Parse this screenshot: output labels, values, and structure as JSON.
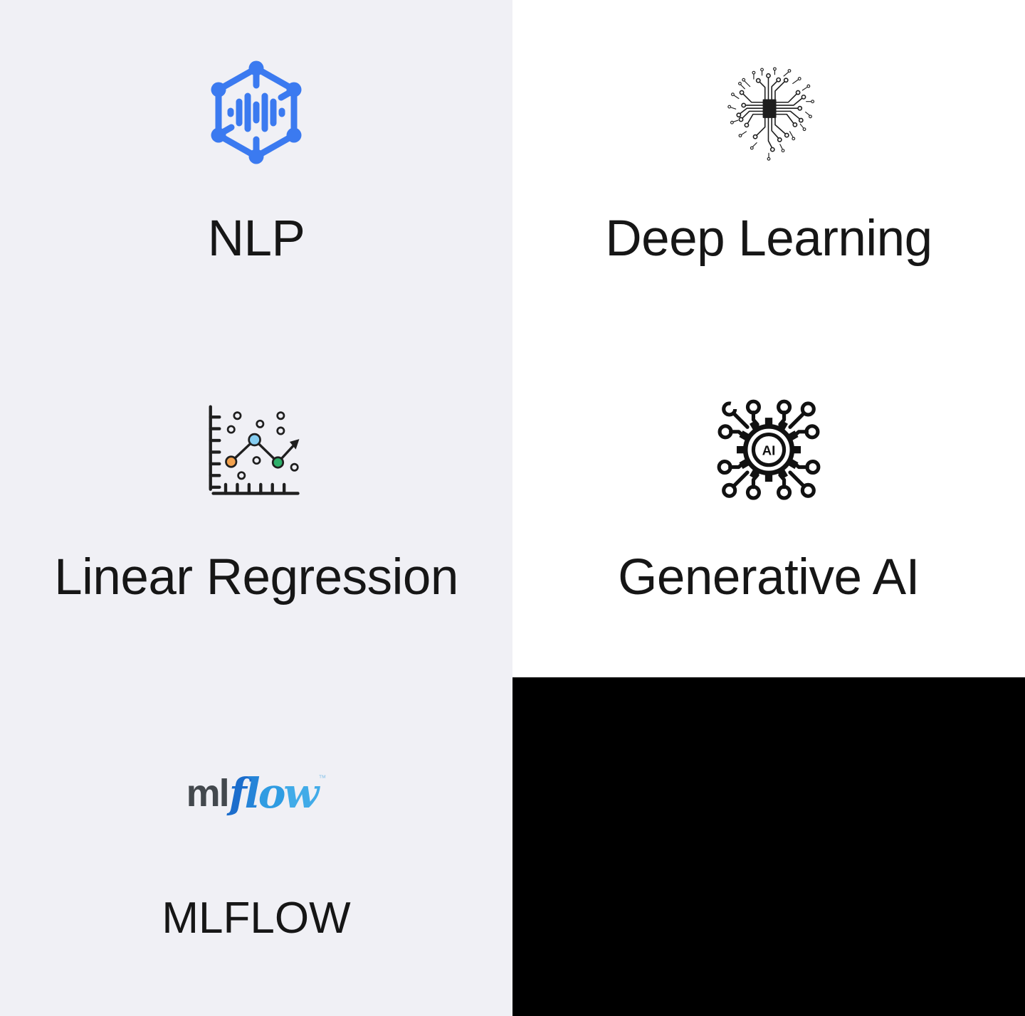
{
  "grid": {
    "text_color": "#161616",
    "left_column_background": "#f0f0f5",
    "cards": [
      {
        "label": "NLP",
        "icon": "nlp-network-icon",
        "background": "#f0f0f5",
        "icon_color": "#3b7af0"
      },
      {
        "label": "Deep Learning",
        "icon": "brain-circuit-icon",
        "background": "#ffffff",
        "icon_color": "#1d1d1d"
      },
      {
        "label": "Linear Regression",
        "icon": "scatter-plot-icon",
        "background": "#f0f0f5",
        "icon_color": "#1f1f1f",
        "dot_colors": [
          "#f2a14d",
          "#85cdf1",
          "#2eb06a"
        ]
      },
      {
        "label": "Generative AI",
        "icon": "ai-gear-icon",
        "background": "#ffffff",
        "icon_color": "#111111",
        "icon_text": "AI"
      },
      {
        "label": "MLFLOW",
        "icon": "mlflow-logo",
        "background": "#f0f0f5",
        "logo": {
          "ml": "ml",
          "flow_letters": [
            "f",
            "l",
            "o",
            "w"
          ],
          "trademark": "™",
          "ml_color": "#43484d",
          "flow_colors": [
            "#1b6dcc",
            "#2584d8",
            "#2f9ce2",
            "#41abe8"
          ]
        }
      },
      {
        "label": "",
        "icon": "",
        "background": "#000000"
      }
    ]
  }
}
